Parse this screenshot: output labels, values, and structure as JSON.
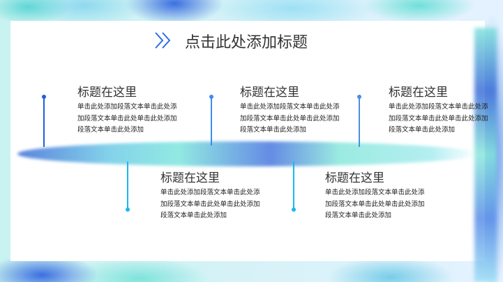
{
  "title": "点击此处添加标题",
  "colors": {
    "dark_blue": "#1f5fe0",
    "blue": "#3e8bef",
    "cyan": "#19b8ef"
  },
  "items": [
    {
      "heading": "标题在这里",
      "lines": [
        "单击此处添加段落文本单击此处添",
        "加段落文本单击此处单击此处添加",
        "段落文本单击此处添加"
      ]
    },
    {
      "heading": "标题在这里",
      "lines": [
        "单击此处添加段落文本单击此处添",
        "加段落文本单击此处单击此处添加",
        "段落文本单击此处添加"
      ]
    },
    {
      "heading": "标题在这里",
      "lines": [
        "单击此处添加段落文本单击此处添",
        "加段落文本单击此处单击此处添加",
        "段落文本单击此处添加"
      ]
    },
    {
      "heading": "标题在这里",
      "lines": [
        "单击此处添加段落文本单击此处添",
        "加段落文本单击此处单击此处添加",
        "段落文本单击此处添加"
      ]
    },
    {
      "heading": "标题在这里",
      "lines": [
        "单击此处添加段落文本单击此处添",
        "加段落文本单击此处单击此处添加",
        "段落文本单击此处添加"
      ]
    }
  ]
}
